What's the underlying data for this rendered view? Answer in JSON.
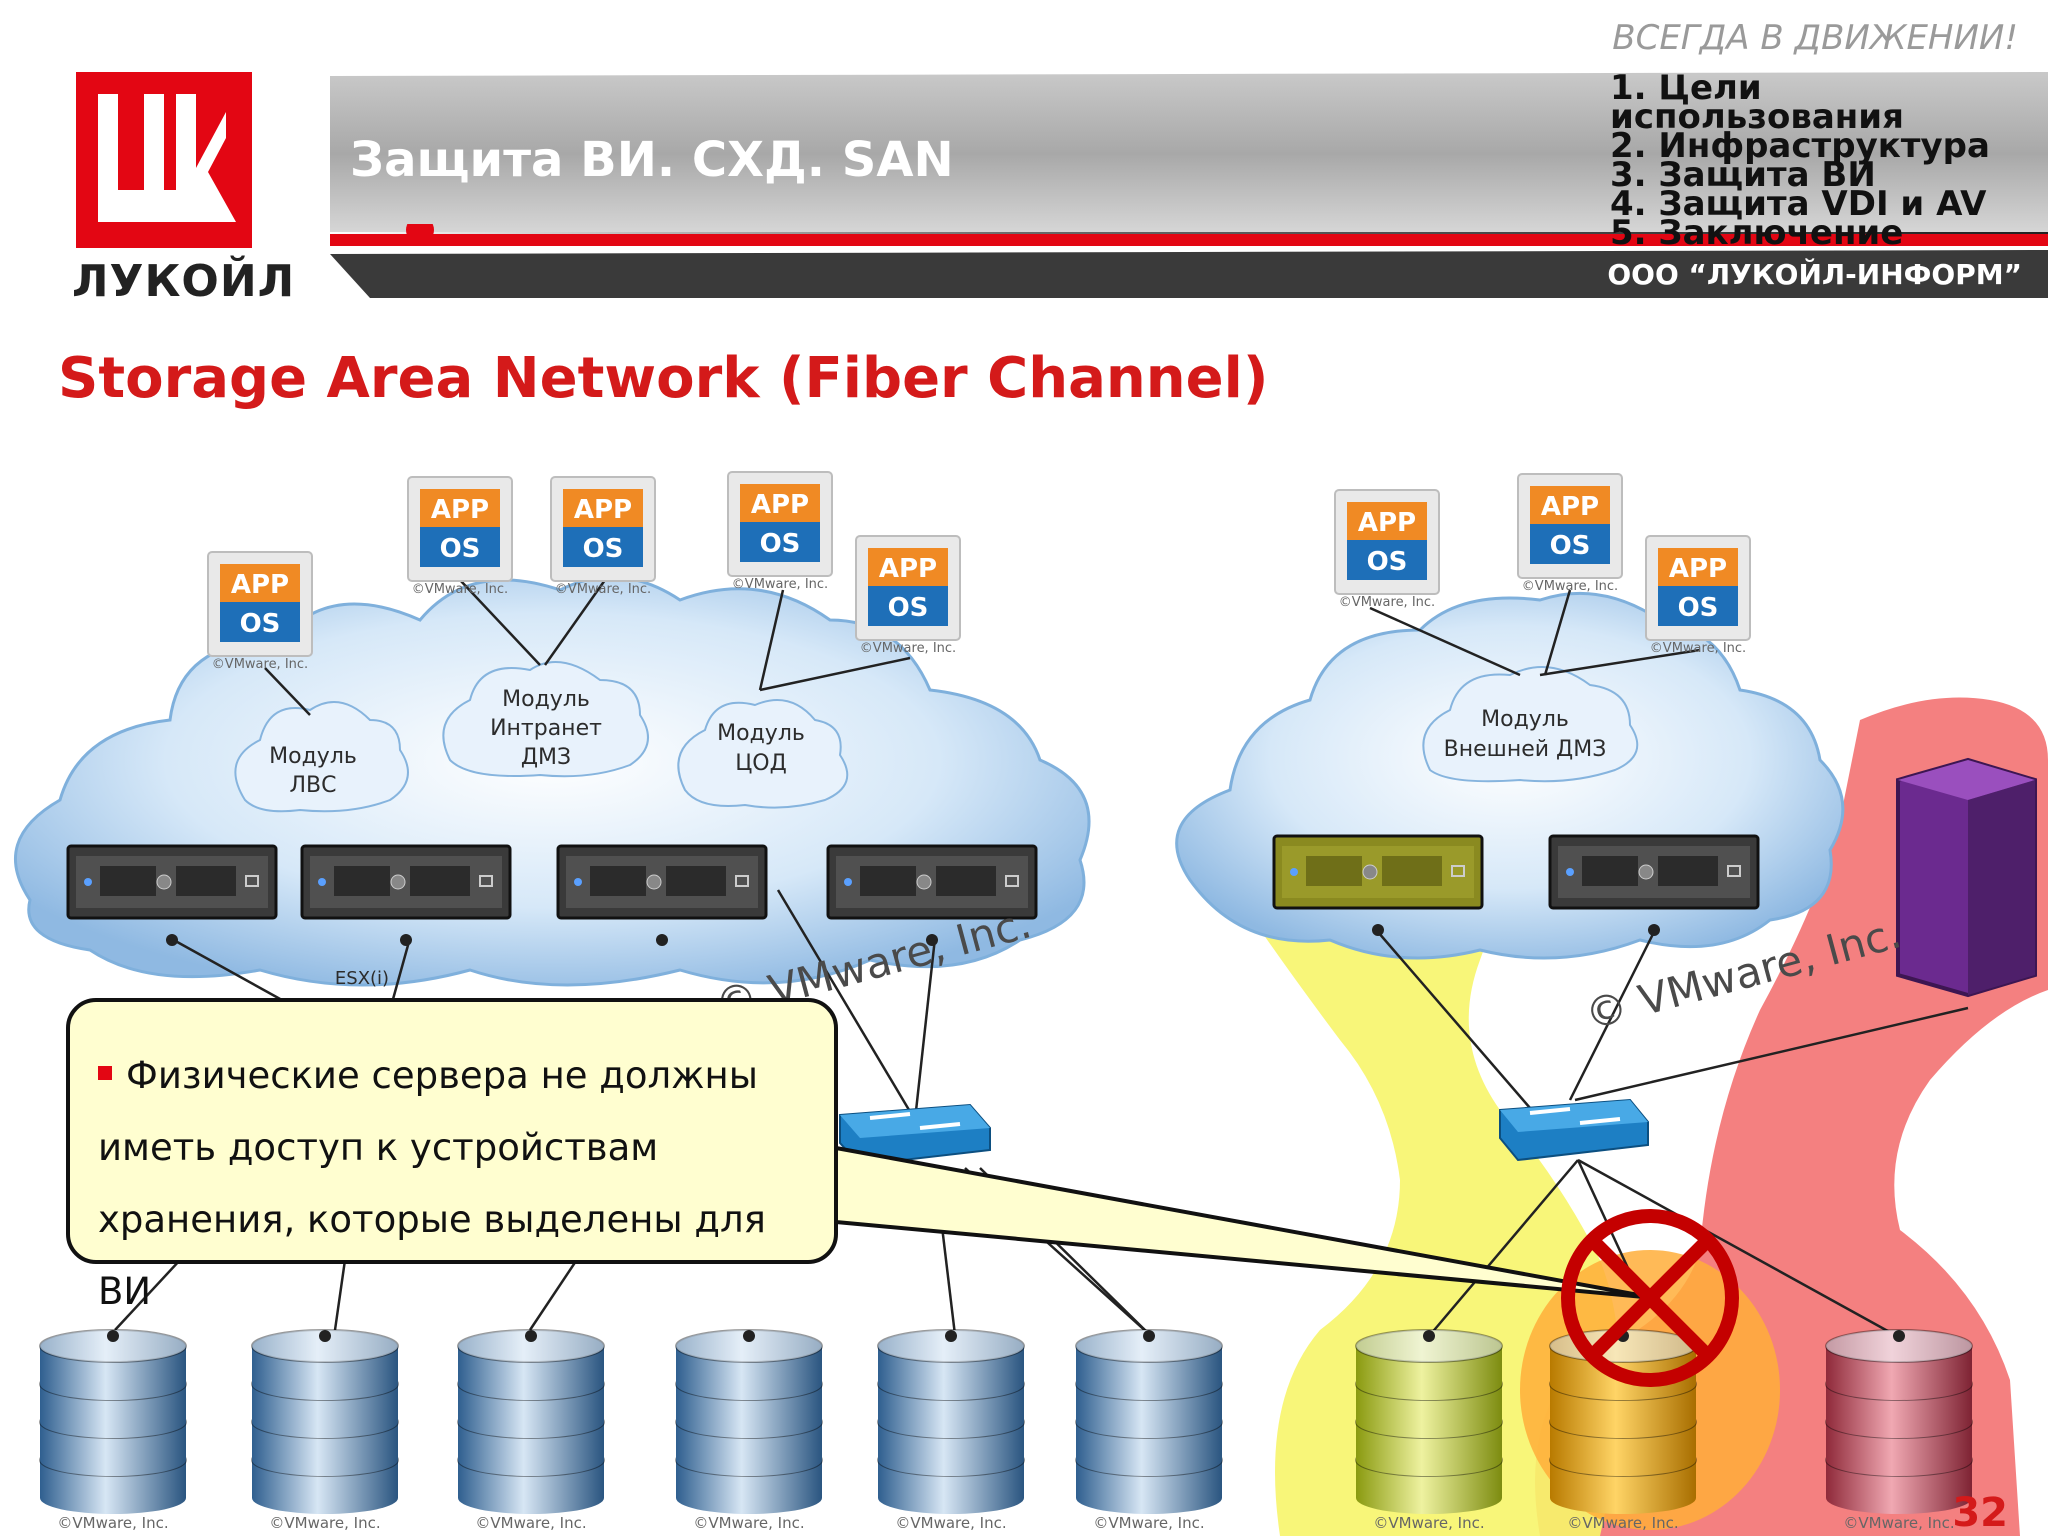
{
  "header": {
    "slogan": "ВСЕГДА В ДВИЖЕНИИ!",
    "title": "Защита ВИ. СХД. SAN",
    "company": "ООО “ЛУКОЙЛ-ИНФОРМ”",
    "agenda": [
      "1. Цели использования",
      "2. Инфраструктура",
      "3. Защита ВИ",
      "4. Защита VDI и AV",
      "5. Заключение"
    ]
  },
  "logo": {
    "wordmark": "ЛУКОЙЛ",
    "brand_color": "#e30613"
  },
  "slide": {
    "subtitle": "Storage Area Network (Fiber Channel)",
    "page_number": "32"
  },
  "diagram": {
    "vm_labels": {
      "app": "APP",
      "os": "OS"
    },
    "modules": [
      {
        "line1": "Модуль",
        "line2": "ЛВС"
      },
      {
        "line1": "Модуль",
        "line2": "Интранет",
        "line3": "ДМЗ"
      },
      {
        "line1": "Модуль",
        "line2": "ЦОД"
      },
      {
        "line1": "Модуль",
        "line2": "Внешней ДМЗ"
      }
    ],
    "esx_label": "ESX(i)",
    "watermark": "© VMware, Inc.",
    "small_copyright": "©VMware, Inc.",
    "storage_copyright": "©VMware, Inc.",
    "colors": {
      "cloud": "#bcd8f2",
      "highlight_yellow": "#f7f56a",
      "highlight_red": "#f26a6a",
      "prohibit": "#c40000"
    }
  },
  "callout": {
    "text_line1": "Физические сервера не должны",
    "text_line2": "иметь доступ к устройствам",
    "text_line3": "хранения, которые выделены для ВИ"
  }
}
